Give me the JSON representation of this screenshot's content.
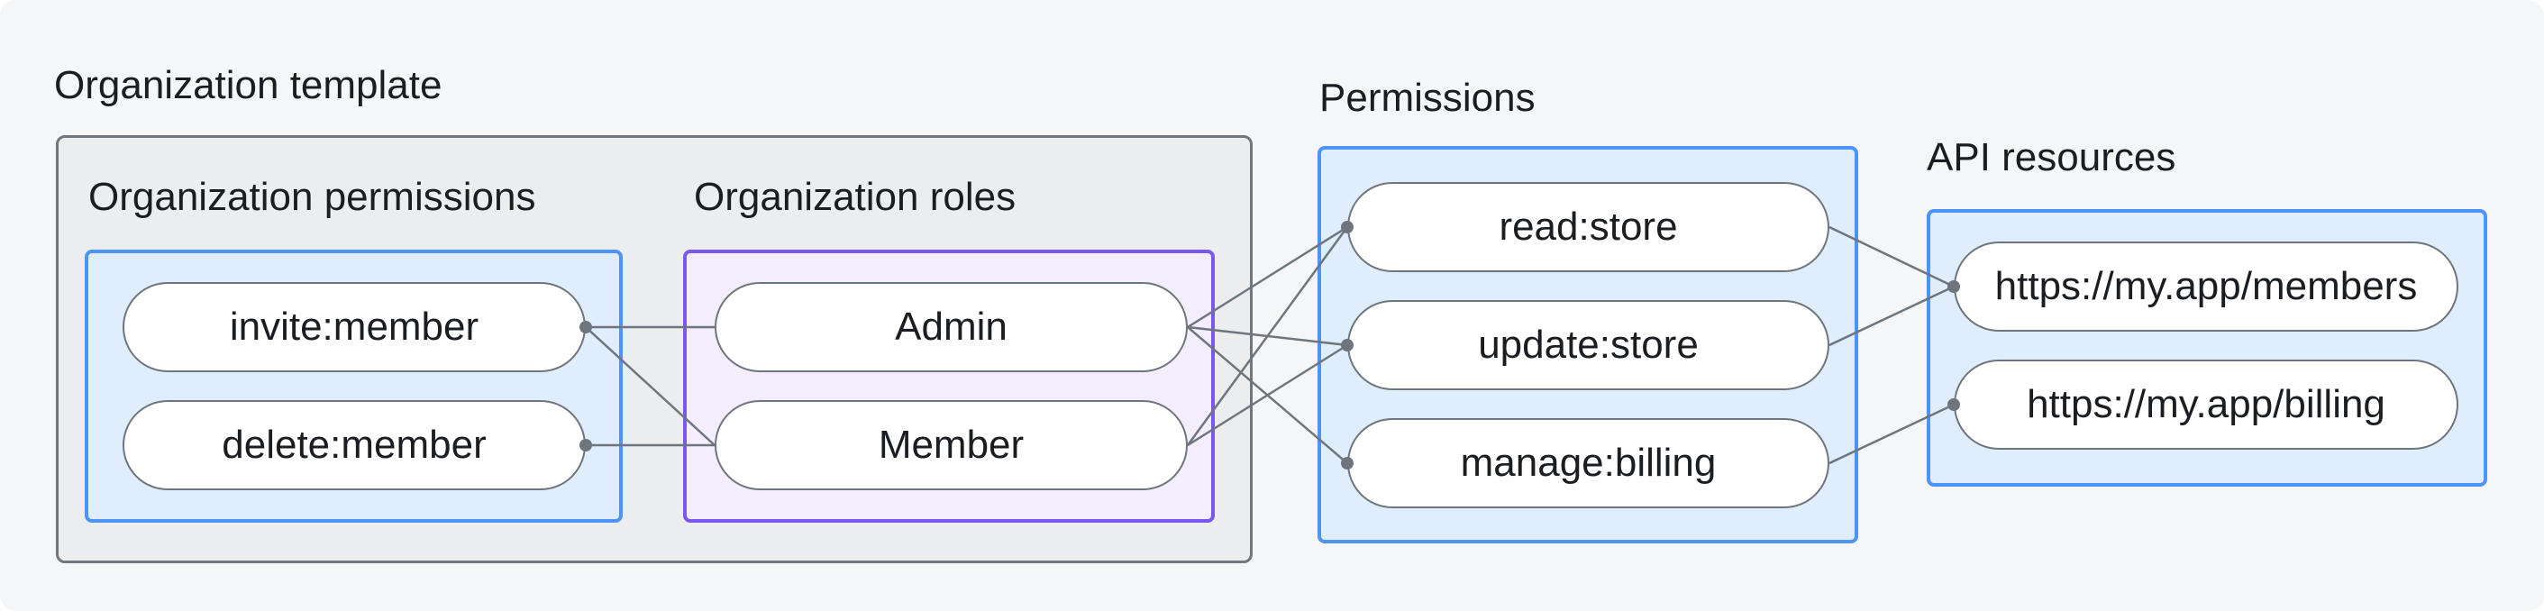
{
  "canvas": {
    "background": "#F5F6F7",
    "page_background": "#FFFFFF"
  },
  "colors": {
    "blue_box_border": "#4D94F8",
    "blue_box_fill": "#DFEDFC",
    "purple_box_border": "#7A58F0",
    "purple_box_fill": "#F3EDFD",
    "gray_box_border": "#70777E",
    "gray_box_fill": "#ECEDEE",
    "pill_fill": "#FFFFFF",
    "pill_border": "#6E757C",
    "connector_line": "#6E757C",
    "connector_dot": "#6E757C",
    "text": "#1A1D21"
  },
  "org_template": {
    "label": "Organization template"
  },
  "org_permissions": {
    "label": "Organization permissions",
    "pills": [
      {
        "id": "invite",
        "label": "invite:member"
      },
      {
        "id": "delete",
        "label": "delete:member"
      }
    ]
  },
  "org_roles": {
    "label": "Organization roles",
    "pills": [
      {
        "id": "admin",
        "label": "Admin"
      },
      {
        "id": "member",
        "label": "Member"
      }
    ]
  },
  "permissions": {
    "label": "Permissions",
    "pills": [
      {
        "id": "read",
        "label": "read:store"
      },
      {
        "id": "update",
        "label": "update:store"
      },
      {
        "id": "manage",
        "label": "manage:billing"
      }
    ]
  },
  "api_resources": {
    "label": "API resources",
    "pills": [
      {
        "id": "members_api",
        "label": "https://my.app/members"
      },
      {
        "id": "billing_api",
        "label": "https://my.app/billing"
      }
    ]
  },
  "edges": [
    {
      "from": "invite",
      "to": "admin"
    },
    {
      "from": "invite",
      "to": "member"
    },
    {
      "from": "delete",
      "to": "member"
    },
    {
      "from": "admin",
      "to": "read"
    },
    {
      "from": "admin",
      "to": "update"
    },
    {
      "from": "admin",
      "to": "manage"
    },
    {
      "from": "member",
      "to": "read"
    },
    {
      "from": "member",
      "to": "update"
    },
    {
      "from": "read",
      "to": "members_api"
    },
    {
      "from": "update",
      "to": "members_api"
    },
    {
      "from": "manage",
      "to": "billing_api"
    }
  ],
  "dots": [
    "invite.R",
    "delete.R",
    "read.L",
    "update.L",
    "manage.L",
    "members_api.L",
    "billing_api.L"
  ]
}
